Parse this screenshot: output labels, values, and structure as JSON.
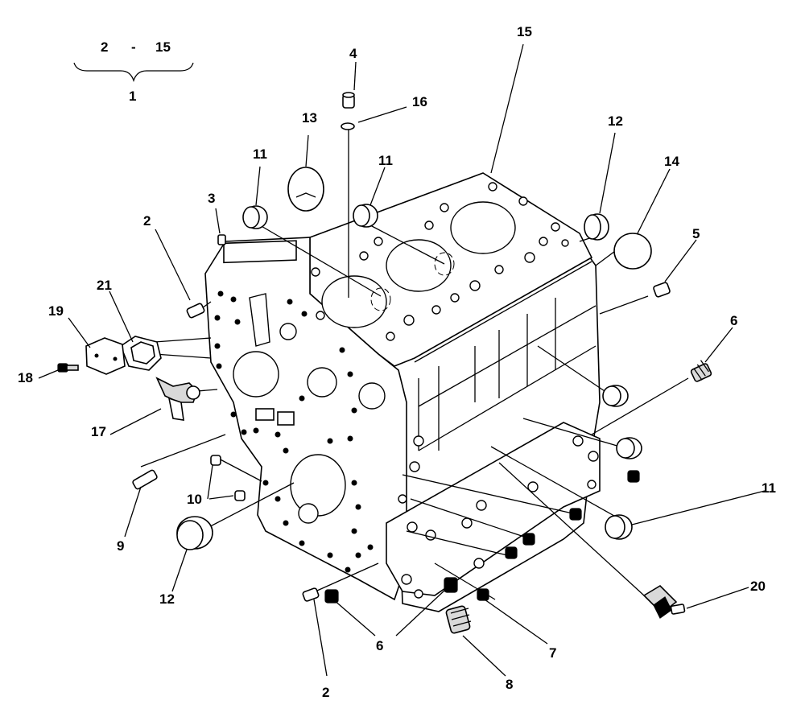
{
  "range_label": {
    "start": "2",
    "dash": "-",
    "end": "15",
    "assembly": "1"
  },
  "callouts": {
    "p2a": "2",
    "p2b": "2",
    "p3": "3",
    "p4": "4",
    "p5": "5",
    "p6a": "6",
    "p6b": "6",
    "p7": "7",
    "p8": "8",
    "p9": "9",
    "p10": "10",
    "p11a": "11",
    "p11b": "11",
    "p11c": "11",
    "p12a": "12",
    "p12b": "12",
    "p13": "13",
    "p14": "14",
    "p15": "15",
    "p16": "16",
    "p17": "17",
    "p18": "18",
    "p19": "19",
    "p20": "20",
    "p21": "21"
  }
}
